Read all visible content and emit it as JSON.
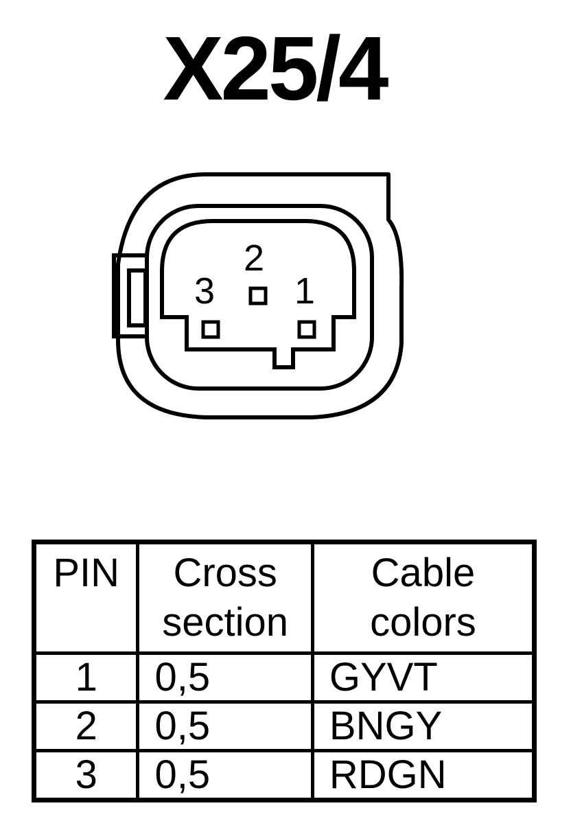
{
  "title": "X25/4",
  "connector": {
    "pin_labels": [
      "1",
      "2",
      "3"
    ]
  },
  "table": {
    "headers": {
      "pin": "PIN",
      "cross_section": [
        "Cross",
        "section"
      ],
      "cable_colors": [
        "Cable",
        "colors"
      ]
    },
    "rows": [
      {
        "pin": "1",
        "cross_section": "0,5",
        "color": "GYVT"
      },
      {
        "pin": "2",
        "cross_section": "0,5",
        "color": "BNGY"
      },
      {
        "pin": "3",
        "cross_section": "0,5",
        "color": "RDGN"
      }
    ]
  }
}
